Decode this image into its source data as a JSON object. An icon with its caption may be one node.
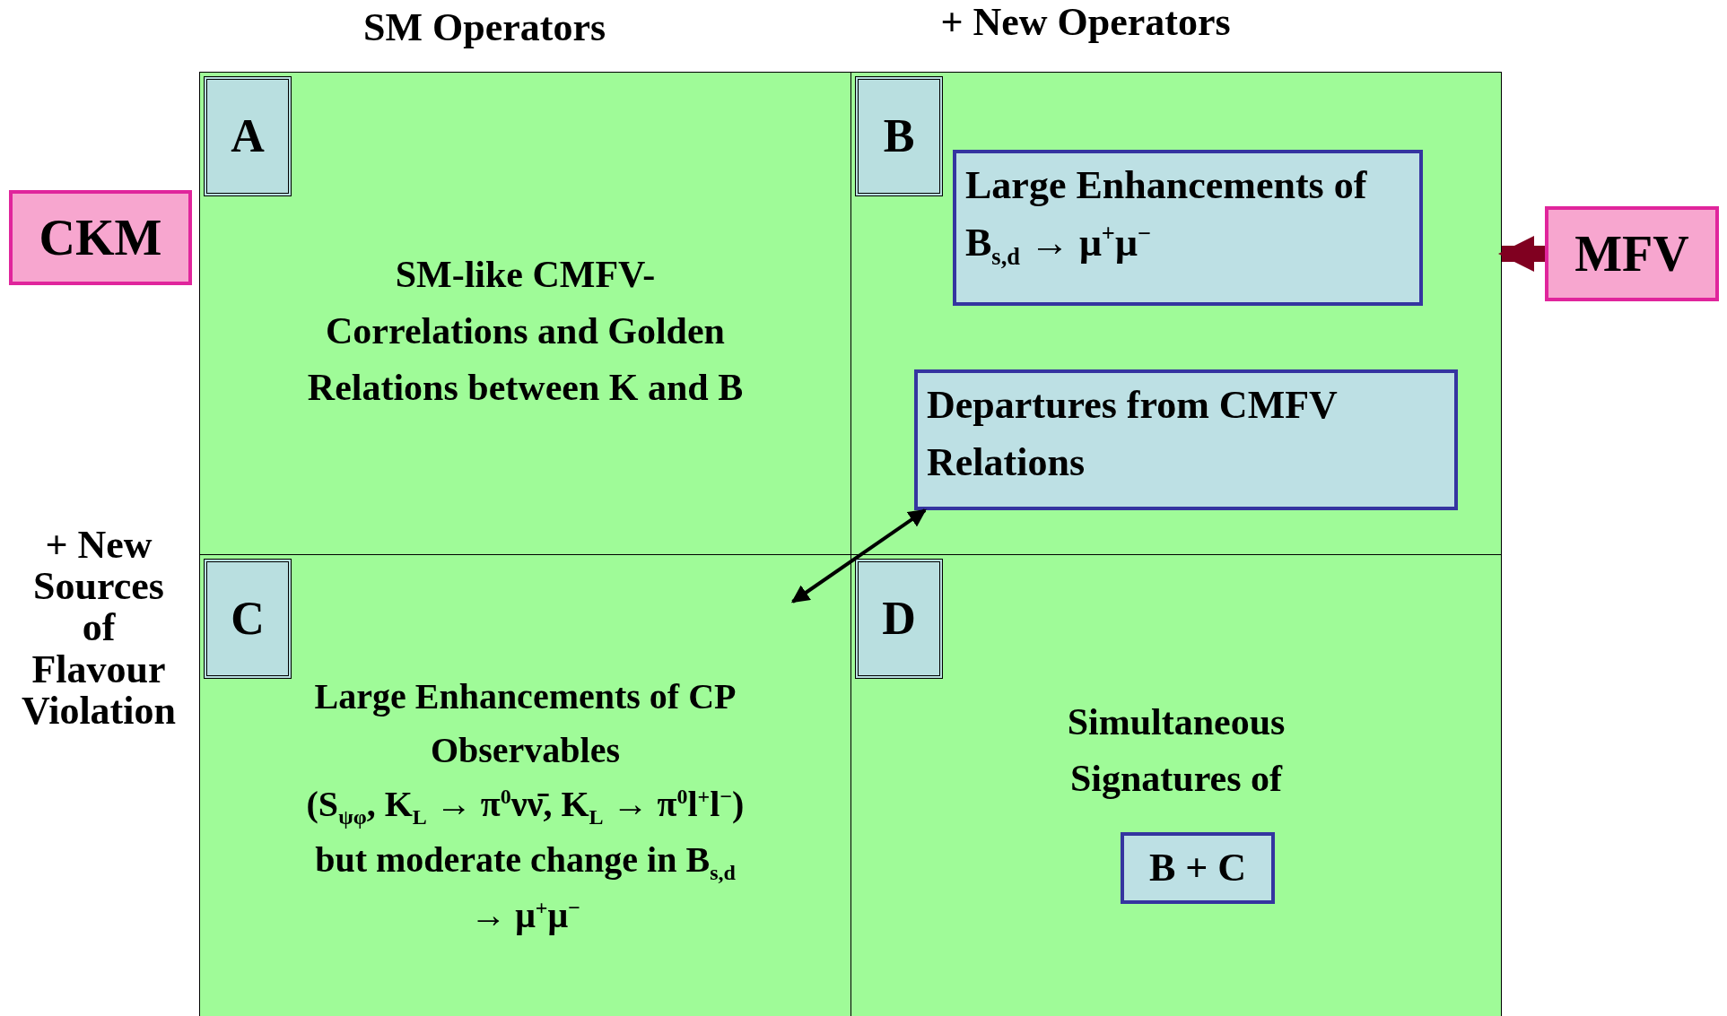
{
  "diagram": {
    "nodes": [
      {
        "text": [
          "SM-like CMFV-Correlations and Golden Relations between K and B"
        ]
      },
      {
        "text": [
          "A"
        ],
        "in": 0
      },
      {
        "text": [],
        "shape": "box"
      },
      {
        "text": [
          "B"
        ],
        "in": 2
      },
      {
        "text": [
          "Large Enhancements of B$_{s,d}$ → μ$^{+}$μ$^{−}$"
        ],
        "in": 2
      },
      {
        "text": [
          "Departures from CMFV Relations"
        ],
        "in": 2
      },
      {
        "text": [
          "Large Enhancements of CP Observables",
          "(S$_{ψφ}$, K$_{L}$ → π$^{0}$νν̄, K$_{L}$ → π$^{0}$l$^{+}$l$^{−}$)",
          "but moderate change in B$_{s,d}$ → μ$^{+}$μ$^{−}$"
        ]
      },
      {
        "text": [
          "C"
        ],
        "in": 6
      },
      {
        "text": [
          "Simultaneous Signatures of"
        ]
      },
      {
        "text": [
          "D"
        ],
        "in": 8
      },
      {
        "text": [
          "B + C"
        ],
        "in": 8
      },
      {
        "text": [
          "CKM"
        ]
      },
      {
        "text": [
          "MFV"
        ]
      }
    ],
    "edges": [
      {
        "from": 12,
        "to": 2,
        "arrow": "to",
        "style": "thick",
        "color": "#800020"
      },
      {
        "from": 5,
        "to": 6,
        "arrow": "both",
        "color": "#000000"
      }
    ],
    "labels": [
      "SM Operators",
      "+ New Operators",
      "+ New Sources of Flavour Violation"
    ]
  }
}
